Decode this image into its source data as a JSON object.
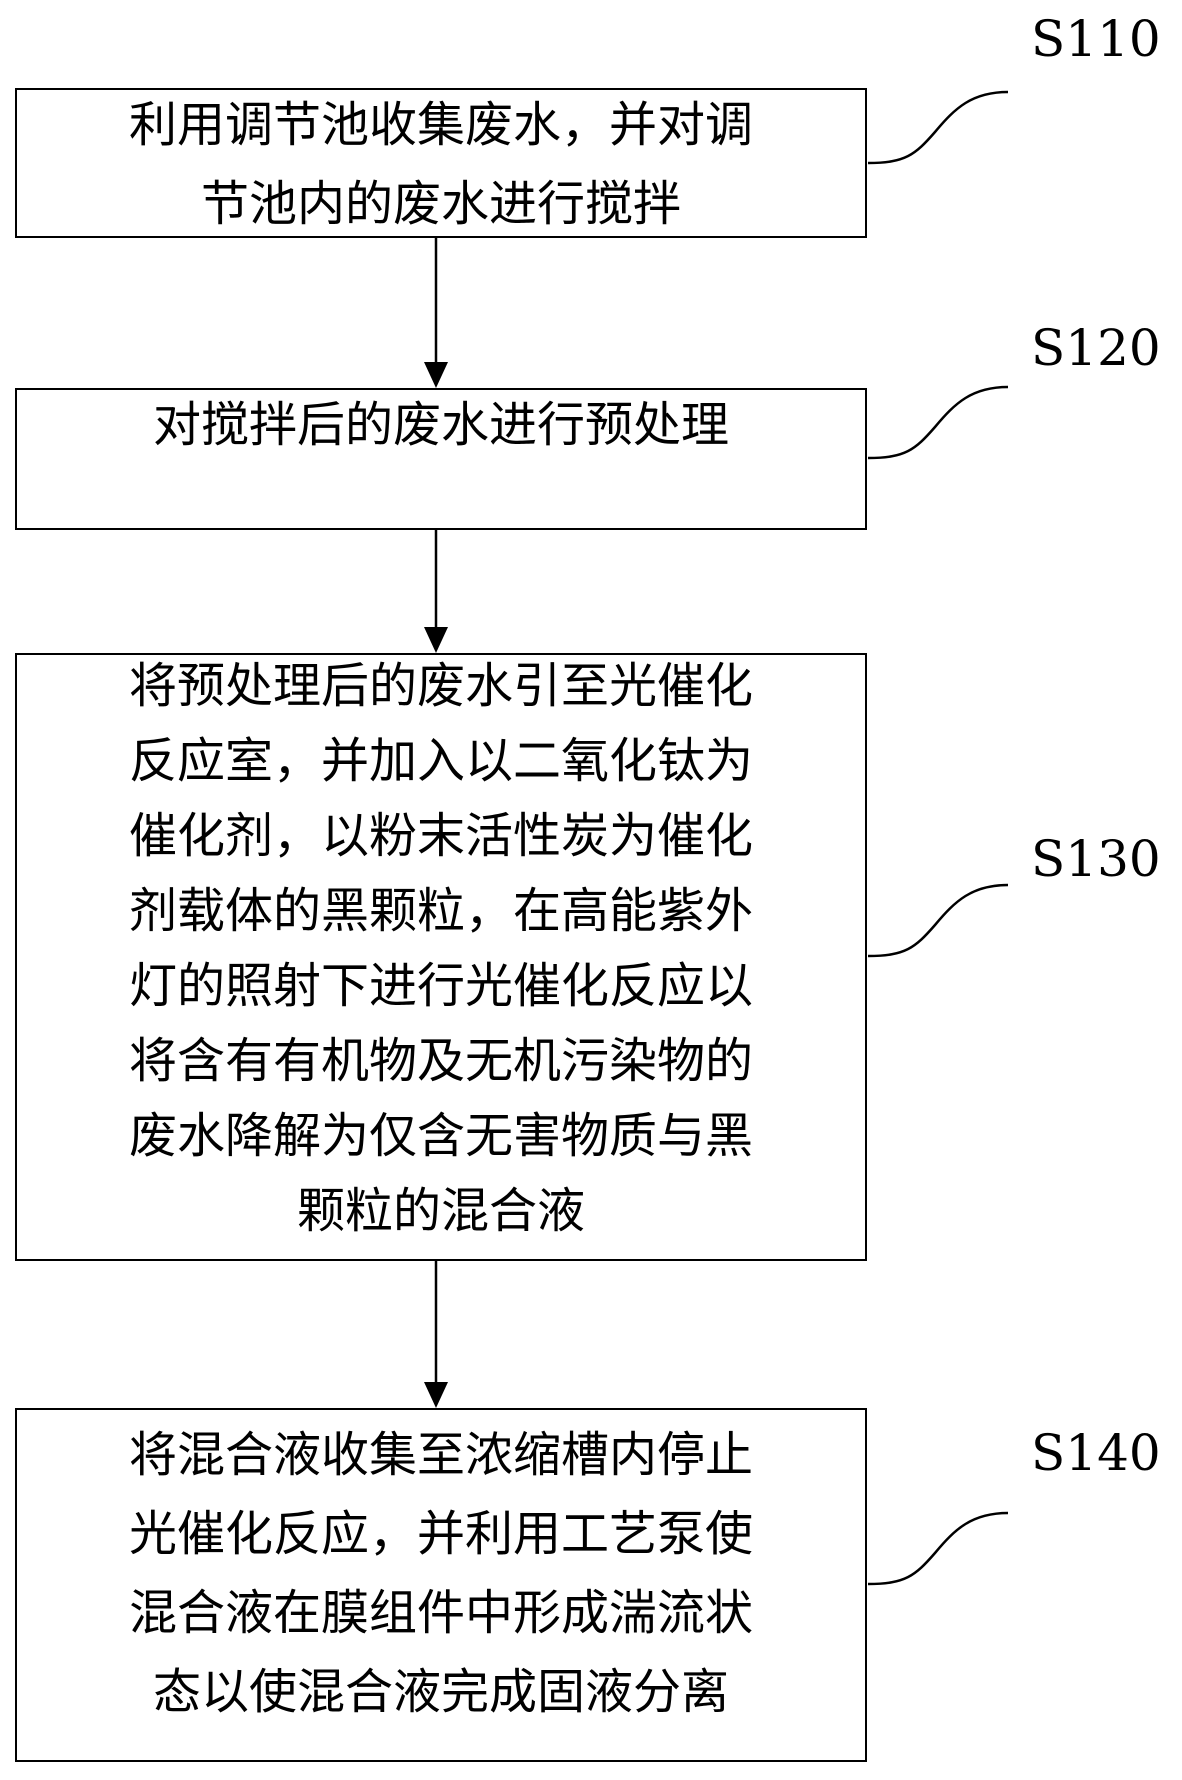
{
  "steps": [
    {
      "id": "S110",
      "lines": [
        "利用调节池收集废水，并对调",
        "节池内的废水进行搅拌"
      ]
    },
    {
      "id": "S120",
      "lines": [
        "对搅拌后的废水进行预处理"
      ]
    },
    {
      "id": "S130",
      "lines": [
        "将预处理后的废水引至光催化",
        "反应室，并加入以二氧化钛为",
        "催化剂，以粉末活性炭为催化",
        "剂载体的黑颗粒，在高能紫外",
        "灯的照射下进行光催化反应以",
        "将含有有机物及无机污染物的",
        "废水降解为仅含无害物质与黑",
        "颗粒的混合液"
      ]
    },
    {
      "id": "S140",
      "lines": [
        "将混合液收集至浓缩槽内停止",
        "光催化反应，并利用工艺泵使",
        "混合液在膜组件中形成湍流状",
        "态以使混合液完成固液分离"
      ]
    }
  ]
}
